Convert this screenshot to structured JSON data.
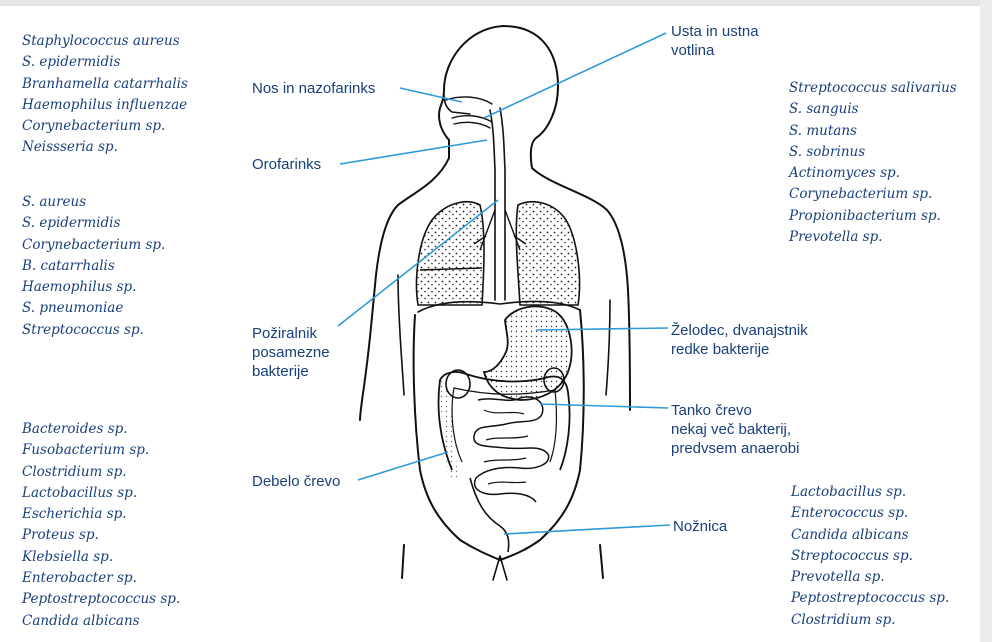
{
  "bacteria_lists": {
    "skin": [
      "Staphylococcus aureus",
      "S. epidermidis",
      "Branhamella catarrhalis",
      "Haemophilus influenzae",
      "Corynebacterium sp.",
      "Neissseria sp."
    ],
    "nose": [
      "S. aureus",
      "S. epidermidis",
      "Corynebacterium sp.",
      "B. catarrhalis",
      "Haemophilus sp.",
      "S. pneumoniae",
      "Streptococcus sp."
    ],
    "colon": [
      "Bacteroides sp.",
      "Fusobacterium sp.",
      "Clostridium sp.",
      "Lactobacillus sp.",
      "Escherichia sp.",
      "Proteus sp.",
      "Klebsiella sp.",
      "Enterobacter sp.",
      "Peptostreptococcus sp.",
      "Candida albicans"
    ],
    "mouth": [
      "Streptococcus salivarius",
      "S. sanguis",
      "S. mutans",
      "S. sobrinus",
      "Actinomyces sp.",
      "Corynebacterium sp.",
      "Propionibacterium sp.",
      "Prevotella sp."
    ],
    "vagina": [
      "Lactobacillus sp.",
      "Enterococcus sp.",
      "Candida albicans",
      "Streptococcus sp.",
      "Prevotella sp.",
      "Peptostreptococcus sp.",
      "Clostridium sp."
    ]
  },
  "labels": {
    "mouth": "Usta in ustna\nvotlina",
    "nose": "Nos in nazofarinks",
    "oropharynx": "Orofarinks",
    "esophagus": "Požiralnik\nposamezne\nbakterije",
    "stomach": "Želodec, dvanajstnik\nredke bakterije",
    "small_intestine": "Tanko črevo\nnekaj več bakterij,\npredvsem anaerobi",
    "colon": "Debelo črevo",
    "vagina": "Nožnica"
  },
  "colors": {
    "text": "#1a3f7a",
    "leader": "#2e9ad8",
    "ink": "#111111"
  }
}
